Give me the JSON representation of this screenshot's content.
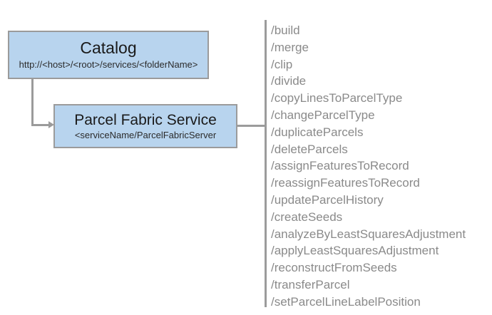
{
  "diagram": {
    "nodes": [
      {
        "name": "catalog",
        "title": "Catalog",
        "subtitle": "http://<host>/<root>/services/<folderName>"
      },
      {
        "name": "parcel-fabric-service",
        "title": "Parcel Fabric Service",
        "subtitle": "<serviceName/ParcelFabricServer"
      }
    ],
    "operations": [
      "/build",
      "/merge",
      "/clip",
      "/divide",
      "/copyLinesToParcelType",
      "/changeParcelType",
      "/duplicateParcels",
      "/deleteParcels",
      "/assignFeaturesToRecord",
      "/reassignFeaturesToRecord",
      "/updateParcelHistory",
      "/createSeeds",
      "/analyzeByLeastSquaresAdjustment",
      "/applyLeastSquaresAdjustment",
      "/reconstructFromSeeds",
      "/transferParcel",
      "/setParcelLineLabelPosition"
    ],
    "colors": {
      "node_fill": "#b8d4ee",
      "node_border": "#9b9b9b",
      "connector": "#9b9b9b",
      "operation_text": "#8a8a8a",
      "background": "#ffffff"
    }
  }
}
